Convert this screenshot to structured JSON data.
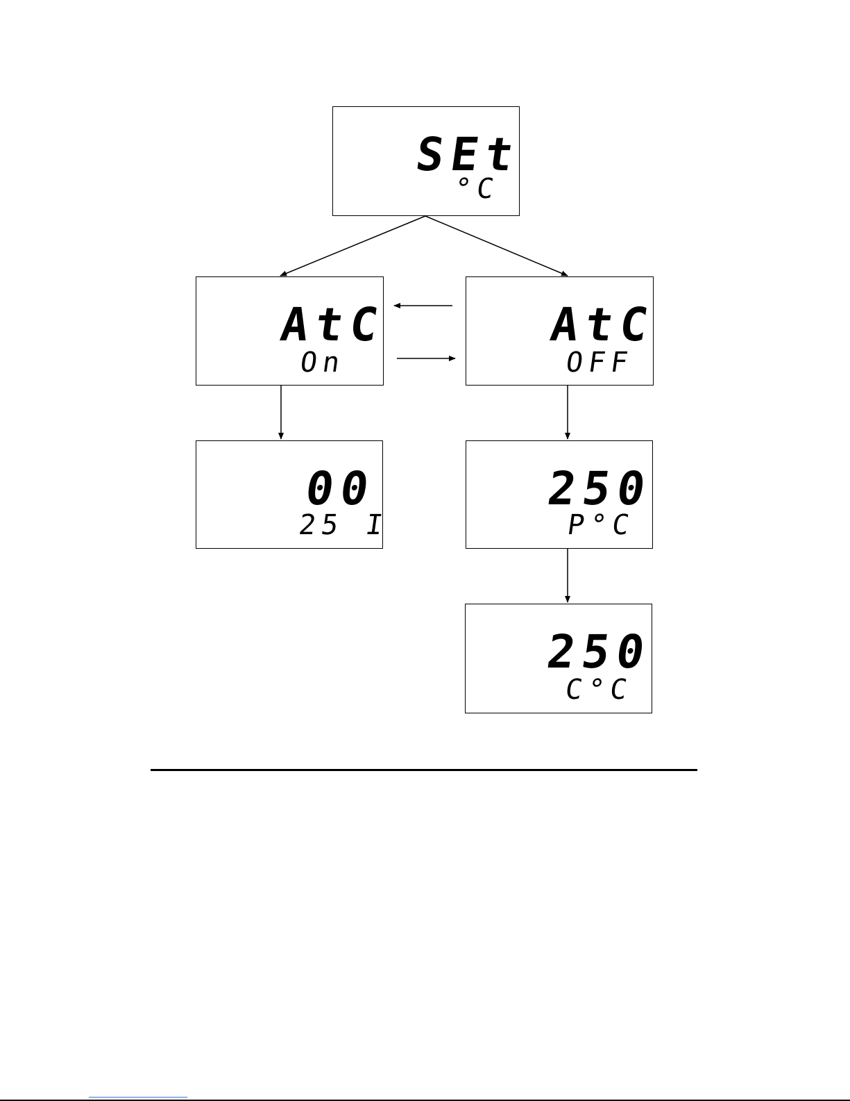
{
  "diagram": {
    "set_box": {
      "main": "SEt",
      "sub": "°C"
    },
    "atc_on_box": {
      "main": "AtC",
      "sub": "On"
    },
    "atc_off_box": {
      "main": "AtC",
      "sub": "OFF"
    },
    "on_result_box": {
      "main": "00",
      "sub": "25 I"
    },
    "off_p_box": {
      "main": "250",
      "sub": "P°C"
    },
    "off_c_box": {
      "main": "250",
      "sub": "C°C"
    }
  }
}
